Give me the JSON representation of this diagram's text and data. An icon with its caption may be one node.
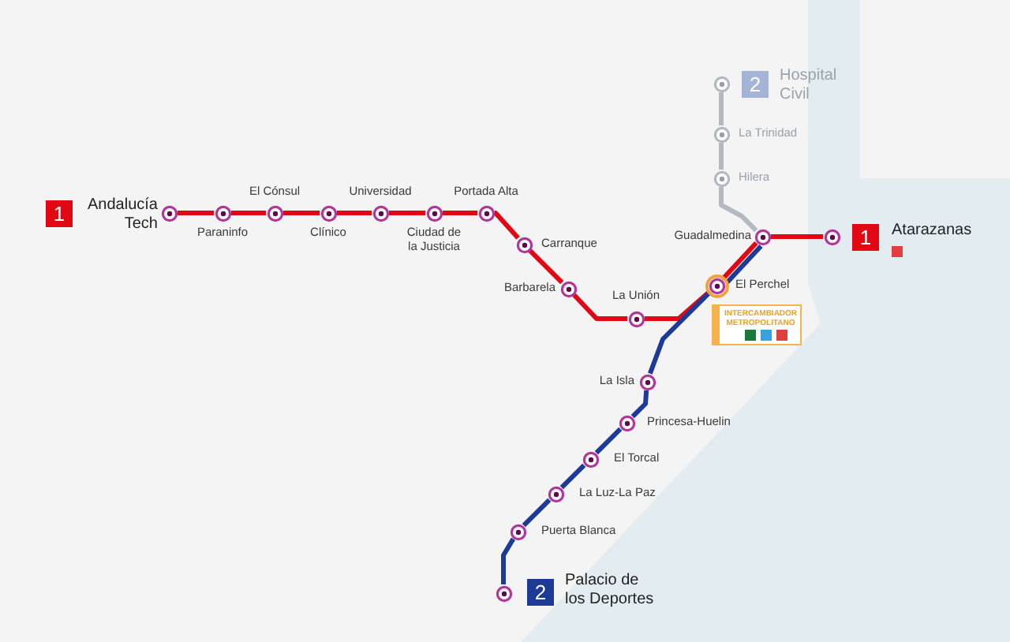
{
  "diagram": {
    "nodes": [
      {
        "text": [
          "1"
        ]
      },
      {
        "text": [],
        "shape": "circle",
        "beside": [
          "Andalucía Tech"
        ]
      },
      {
        "text": [],
        "shape": "circle",
        "beside": [
          "Paraninfo"
        ]
      },
      {
        "text": [],
        "shape": "circle",
        "beside": [
          "El Cónsul"
        ]
      },
      {
        "text": [],
        "shape": "circle",
        "beside": [
          "Clínico"
        ]
      },
      {
        "text": [],
        "shape": "circle",
        "beside": [
          "Universidad"
        ]
      },
      {
        "text": [],
        "shape": "circle",
        "beside": [
          "Ciudad de la Justicia"
        ]
      },
      {
        "text": [],
        "shape": "circle",
        "beside": [
          "Portada Alta"
        ]
      },
      {
        "text": [],
        "shape": "circle",
        "beside": [
          "Carranque"
        ]
      },
      {
        "text": [],
        "shape": "circle",
        "beside": [
          "Barbarela"
        ]
      },
      {
        "text": [],
        "shape": "circle",
        "beside": [
          "La Unión"
        ]
      },
      {
        "text": [],
        "shape": "circle",
        "beside": [
          "El Perchel"
        ]
      },
      {
        "text": [],
        "shape": "circle",
        "beside": [
          "Guadalmedina"
        ]
      },
      {
        "text": [],
        "shape": "circle"
      },
      {
        "text": [
          "1"
        ],
        "beside": [
          "Atarazanas"
        ]
      },
      {
        "text": [],
        "shape": "circle"
      },
      {
        "text": [
          "2"
        ],
        "beside": [
          "Hospital Civil"
        ]
      },
      {
        "text": [],
        "shape": "circle",
        "beside": [
          "La Trinidad"
        ]
      },
      {
        "text": [],
        "shape": "circle",
        "beside": [
          "Hilera"
        ]
      },
      {
        "text": [
          "INTERCAMBIADOR METROPOLITANO"
        ]
      },
      {
        "text": [],
        "shape": "circle",
        "beside": [
          "La Isla"
        ]
      },
      {
        "text": [],
        "shape": "circle",
        "beside": [
          "Princesa-Huelin"
        ]
      },
      {
        "text": [],
        "shape": "circle",
        "beside": [
          "El Torcal"
        ]
      },
      {
        "text": [],
        "shape": "circle",
        "beside": [
          "La Luz-La Paz"
        ]
      },
      {
        "text": [],
        "shape": "circle",
        "beside": [
          "Puerta Blanca"
        ]
      },
      {
        "text": [],
        "shape": "circle"
      },
      {
        "text": [
          "2"
        ],
        "beside": [
          "Palacio de los Deportes"
        ]
      }
    ],
    "edges": [
      {
        "from": 1,
        "to": 2,
        "arrow": "none"
      },
      {
        "from": 2,
        "to": 3,
        "arrow": "none"
      },
      {
        "from": 3,
        "to": 4,
        "arrow": "none"
      },
      {
        "from": 4,
        "to": 5,
        "arrow": "none"
      },
      {
        "from": 5,
        "to": 6,
        "arrow": "none"
      },
      {
        "from": 6,
        "to": 7,
        "arrow": "none"
      },
      {
        "from": 7,
        "to": 8,
        "arrow": "none"
      },
      {
        "from": 8,
        "to": 9,
        "arrow": "none"
      },
      {
        "from": 9,
        "to": 10,
        "arrow": "none"
      },
      {
        "from": 10,
        "to": 11,
        "arrow": "none"
      },
      {
        "from": 11,
        "to": 12,
        "arrow": "none"
      },
      {
        "from": 12,
        "to": 13,
        "arrow": "none"
      },
      {
        "from": 25,
        "to": 24,
        "arrow": "none",
        "color": "#1d3b96"
      },
      {
        "from": 24,
        "to": 23,
        "arrow": "none",
        "color": "#1d3b96"
      },
      {
        "from": 23,
        "to": 22,
        "arrow": "none",
        "color": "#1d3b96"
      },
      {
        "from": 22,
        "to": 21,
        "arrow": "none",
        "color": "#1d3b96"
      },
      {
        "from": 21,
        "to": 20,
        "arrow": "none",
        "color": "#1d3b96"
      },
      {
        "from": 20,
        "to": 11,
        "arrow": "none",
        "color": "#1d3b96"
      },
      {
        "from": 11,
        "to": 12,
        "arrow": "none",
        "color": "#1d3b96"
      },
      {
        "from": 12,
        "to": 18,
        "arrow": "none",
        "color": "#b4b9c1"
      },
      {
        "from": 18,
        "to": 17,
        "arrow": "none",
        "color": "#b4b9c1"
      },
      {
        "from": 17,
        "to": 15,
        "arrow": "none",
        "color": "#b4b9c1"
      }
    ]
  }
}
